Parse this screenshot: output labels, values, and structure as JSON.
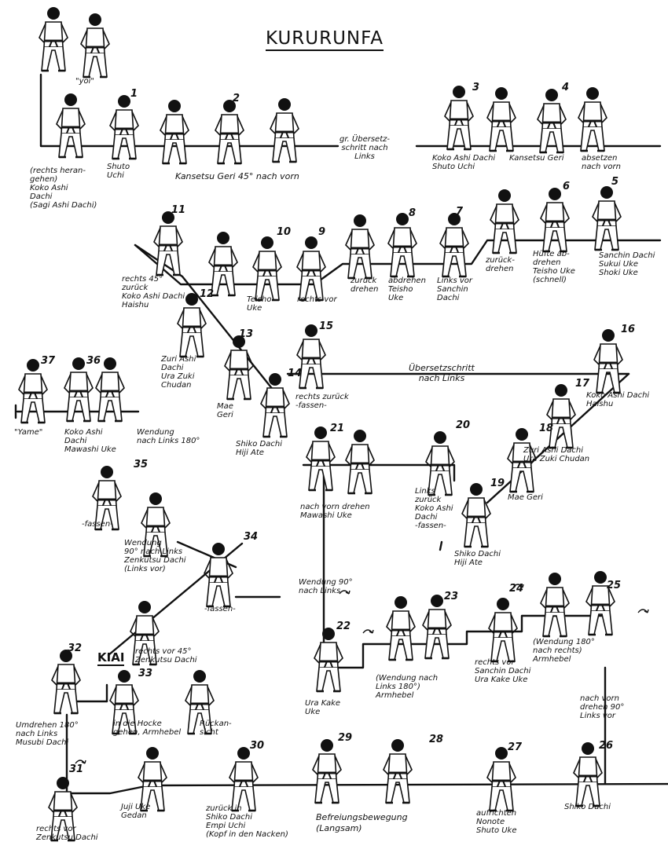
{
  "title": "KURURUNFA",
  "kiai": "KIAI",
  "annotations": {
    "yoi": "\"yoi\"",
    "yame": "\"Yame\"",
    "uebersetzschritt_1": "gr. Übersetz-\nschritt nach\nLinks",
    "uebersetzschritt_2": "Übersetzschritt\nnach Links",
    "fassen_35": "-fassen-",
    "fassen_34": "-fassen-"
  },
  "steps": [
    {
      "num": "",
      "text": "(rechts heran-\ngehen)\nKoko Ashi\nDachi\n(Sagi Ashi Dachi)"
    },
    {
      "num": "1",
      "text": "Shuto\nUchi"
    },
    {
      "num": "2",
      "text": "Kansetsu Geri 45° nach vorn"
    },
    {
      "num": "3",
      "text": "Koko Ashi Dachi\nShuto Uchi"
    },
    {
      "num": "4",
      "text": "Kansetsu Geri"
    },
    {
      "num": "",
      "text": "absetzen\nnach vorn"
    },
    {
      "num": "5",
      "text": "Sanchin Dachi\nSukui Uke\nShoki Uke"
    },
    {
      "num": "6",
      "text": "Hüfte ab-\ndrehen\nTeisho Uke\n(schnell)"
    },
    {
      "num": "",
      "text": "zurück-\ndrehen"
    },
    {
      "num": "7",
      "text": "Links vor\nSanchin\nDachi"
    },
    {
      "num": "8",
      "text": "abdrehen\nTeisho\nUke"
    },
    {
      "num": "",
      "text": "zurück\ndrehen"
    },
    {
      "num": "9",
      "text": "rechts vor"
    },
    {
      "num": "10",
      "text": "Teisho\nUke"
    },
    {
      "num": "11",
      "text": "rechts 45°\nzurück\nKoko Ashi Dachi\nHaishu"
    },
    {
      "num": "12",
      "text": "Zuri Ashi\nDachi\nUra Zuki\nChudan"
    },
    {
      "num": "13",
      "text": "Mae\nGeri"
    },
    {
      "num": "14",
      "text": "Shiko Dachi\nHiji Ate"
    },
    {
      "num": "15",
      "text": "rechts zurück\n-fassen-"
    },
    {
      "num": "16",
      "text": "Koko Ashi Dachi\nHaishu"
    },
    {
      "num": "17",
      "text": "Zuri Ashi Dachi\nUra Zuki Chudan"
    },
    {
      "num": "18",
      "text": "Mae Geri"
    },
    {
      "num": "19",
      "text": "Shiko Dachi\nHiji Ate"
    },
    {
      "num": "20",
      "text": "Links\nzurück\nKoko Ashi\nDachi\n-fassen-"
    },
    {
      "num": "21",
      "text": "nach vorn drehen\nMawashi Uke"
    },
    {
      "num": "",
      "text": "Wendung 90°\nnach Links"
    },
    {
      "num": "22",
      "text": "Ura Kake\nUke"
    },
    {
      "num": "23",
      "text": "(Wendung nach\nLinks 180°)\nArmhebel"
    },
    {
      "num": "24",
      "text": "rechts vor\nSanchin Dachi\nUra Kake Uke"
    },
    {
      "num": "25",
      "text": "(Wendung 180°\nnach rechts)\nArmhebel"
    },
    {
      "num": "",
      "text": "nach vorn\ndrehen 90°\nLinks vor"
    },
    {
      "num": "26",
      "text": "Shiko Dachi"
    },
    {
      "num": "27",
      "text": "aufrichten\nNonote\nShuto Uke"
    },
    {
      "num": "28",
      "text": "Befreiungsbewegung\n(Langsam)"
    },
    {
      "num": "29",
      "text": ""
    },
    {
      "num": "30",
      "text": "zurück in\nShiko Dachi\nEmpi Uchi\n(Kopf in den Nacken)"
    },
    {
      "num": "",
      "text": "Juji Uke\nGedan"
    },
    {
      "num": "31",
      "text": "rechts vor\nZenkutsu Dachi"
    },
    {
      "num": "32",
      "text": "Umdrehen 180°\nnach Links\nMusubi Dachi"
    },
    {
      "num": "33",
      "text": "in die Hocke\ngehen, Armhebel"
    },
    {
      "num": "",
      "text": "Rückan-\nsicht"
    },
    {
      "num": "",
      "text": "rechts vor 45°\nZenkutsu Dachi"
    },
    {
      "num": "34",
      "text": ""
    },
    {
      "num": "35",
      "text": "Wendung\n90° nach Links\nZenkutsu Dachi\n(Links vor)"
    },
    {
      "num": "",
      "text": "Wendung\nnach Links 180°"
    },
    {
      "num": "36",
      "text": "Koko Ashi\nDachi\nMawashi Uke"
    },
    {
      "num": "37",
      "text": ""
    }
  ]
}
